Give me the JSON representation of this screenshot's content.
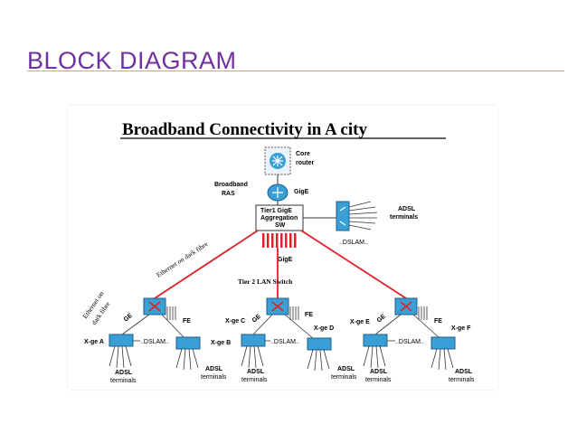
{
  "slide": {
    "title": "BLOCK DIAGRAM"
  },
  "diagram": {
    "heading": "Broadband Connectivity in A city",
    "core_router": [
      "Core",
      "router"
    ],
    "broadband_ras": [
      "Broadband",
      "RAS"
    ],
    "gige_top": "GigE",
    "aggregation_sw": [
      "Tier1 GigE",
      "Aggregation",
      "SW"
    ],
    "dslam_top": "..DSLAM..",
    "adsl_top": [
      "ADSL",
      "terminals"
    ],
    "gige_mid": "GigE",
    "ethernet_dark_fibre_1": "Ethernet on dark fibre",
    "ethernet_dark_fibre_2": [
      "Ethernet on",
      "dark fibre"
    ],
    "tier2_label": "Tier 2 LAN Switch",
    "branches": [
      {
        "ge": "GE",
        "fe": "FE",
        "xge_left": "X-ge A",
        "xge_right": "X-ge B",
        "dslam": "..DSLAM..",
        "adsl_left": [
          "ADSL",
          "terminals"
        ],
        "adsl_right": [
          "ADSL",
          "terminals"
        ]
      },
      {
        "ge": "GE",
        "fe": "FE",
        "xge_left": "X-ge C",
        "xge_right": "X-ge D",
        "dslam": "..DSLAM..",
        "adsl_left": [
          "ADSL",
          "terminals"
        ],
        "adsl_right": [
          "ADSL",
          "terminals"
        ]
      },
      {
        "ge": "GE",
        "fe": "FE",
        "xge_left": "X-ge E",
        "xge_right": "X-ge F",
        "dslam": "..DSLAM..",
        "adsl_left": [
          "ADSL",
          "terminals"
        ],
        "adsl_right": [
          "ADSL",
          "terminals"
        ]
      }
    ],
    "colors": {
      "fibre_line": "#e0202a",
      "device_blue": "#3a9fd4",
      "device_dark": "#1f5f8b"
    }
  }
}
